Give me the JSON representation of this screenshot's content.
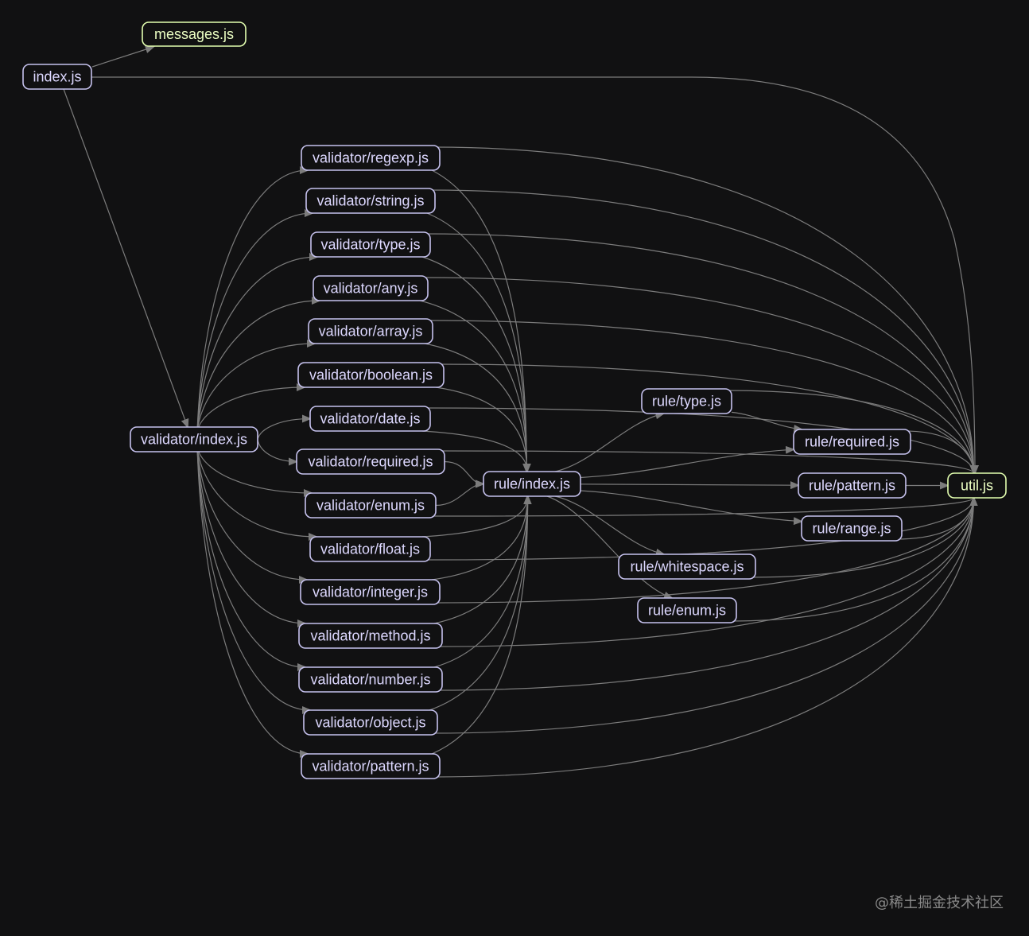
{
  "colors": {
    "background": "#111112",
    "edge": "#7c7c7c",
    "node_stroke_default": "#c6c2ee",
    "node_text_default": "#ddd8ff",
    "node_stroke_leaf": "#e3ffb0",
    "node_text_leaf": "#ecffc4"
  },
  "nodes": [
    {
      "id": "messages",
      "label": "messages.js",
      "style": "leaf"
    },
    {
      "id": "index",
      "label": "index.js",
      "style": "default"
    },
    {
      "id": "v_index",
      "label": "validator/index.js",
      "style": "default"
    },
    {
      "id": "v_regexp",
      "label": "validator/regexp.js",
      "style": "default"
    },
    {
      "id": "v_string",
      "label": "validator/string.js",
      "style": "default"
    },
    {
      "id": "v_type",
      "label": "validator/type.js",
      "style": "default"
    },
    {
      "id": "v_any",
      "label": "validator/any.js",
      "style": "default"
    },
    {
      "id": "v_array",
      "label": "validator/array.js",
      "style": "default"
    },
    {
      "id": "v_boolean",
      "label": "validator/boolean.js",
      "style": "default"
    },
    {
      "id": "v_date",
      "label": "validator/date.js",
      "style": "default"
    },
    {
      "id": "v_required",
      "label": "validator/required.js",
      "style": "default"
    },
    {
      "id": "v_enum",
      "label": "validator/enum.js",
      "style": "default"
    },
    {
      "id": "v_float",
      "label": "validator/float.js",
      "style": "default"
    },
    {
      "id": "v_integer",
      "label": "validator/integer.js",
      "style": "default"
    },
    {
      "id": "v_method",
      "label": "validator/method.js",
      "style": "default"
    },
    {
      "id": "v_number",
      "label": "validator/number.js",
      "style": "default"
    },
    {
      "id": "v_object",
      "label": "validator/object.js",
      "style": "default"
    },
    {
      "id": "v_pattern",
      "label": "validator/pattern.js",
      "style": "default"
    },
    {
      "id": "r_index",
      "label": "rule/index.js",
      "style": "default"
    },
    {
      "id": "r_type",
      "label": "rule/type.js",
      "style": "default"
    },
    {
      "id": "r_required",
      "label": "rule/required.js",
      "style": "default"
    },
    {
      "id": "r_pattern",
      "label": "rule/pattern.js",
      "style": "default"
    },
    {
      "id": "r_range",
      "label": "rule/range.js",
      "style": "default"
    },
    {
      "id": "r_whitespace",
      "label": "rule/whitespace.js",
      "style": "default"
    },
    {
      "id": "r_enum",
      "label": "rule/enum.js",
      "style": "default"
    },
    {
      "id": "util",
      "label": "util.js",
      "style": "leaf"
    }
  ],
  "edges": [
    [
      "index",
      "messages"
    ],
    [
      "index",
      "util"
    ],
    [
      "index",
      "v_index"
    ],
    [
      "v_index",
      "v_regexp"
    ],
    [
      "v_index",
      "v_string"
    ],
    [
      "v_index",
      "v_type"
    ],
    [
      "v_index",
      "v_any"
    ],
    [
      "v_index",
      "v_array"
    ],
    [
      "v_index",
      "v_boolean"
    ],
    [
      "v_index",
      "v_date"
    ],
    [
      "v_index",
      "v_required"
    ],
    [
      "v_index",
      "v_enum"
    ],
    [
      "v_index",
      "v_float"
    ],
    [
      "v_index",
      "v_integer"
    ],
    [
      "v_index",
      "v_method"
    ],
    [
      "v_index",
      "v_number"
    ],
    [
      "v_index",
      "v_object"
    ],
    [
      "v_index",
      "v_pattern"
    ],
    [
      "v_regexp",
      "r_index"
    ],
    [
      "v_string",
      "r_index"
    ],
    [
      "v_type",
      "r_index"
    ],
    [
      "v_any",
      "r_index"
    ],
    [
      "v_array",
      "r_index"
    ],
    [
      "v_boolean",
      "r_index"
    ],
    [
      "v_date",
      "r_index"
    ],
    [
      "v_required",
      "r_index"
    ],
    [
      "v_enum",
      "r_index"
    ],
    [
      "v_float",
      "r_index"
    ],
    [
      "v_integer",
      "r_index"
    ],
    [
      "v_method",
      "r_index"
    ],
    [
      "v_number",
      "r_index"
    ],
    [
      "v_object",
      "r_index"
    ],
    [
      "v_pattern",
      "r_index"
    ],
    [
      "v_regexp",
      "util"
    ],
    [
      "v_string",
      "util"
    ],
    [
      "v_type",
      "util"
    ],
    [
      "v_any",
      "util"
    ],
    [
      "v_array",
      "util"
    ],
    [
      "v_boolean",
      "util"
    ],
    [
      "v_date",
      "util"
    ],
    [
      "v_required",
      "util"
    ],
    [
      "v_enum",
      "util"
    ],
    [
      "v_float",
      "util"
    ],
    [
      "v_integer",
      "util"
    ],
    [
      "v_method",
      "util"
    ],
    [
      "v_number",
      "util"
    ],
    [
      "v_object",
      "util"
    ],
    [
      "v_pattern",
      "util"
    ],
    [
      "r_index",
      "r_type"
    ],
    [
      "r_index",
      "r_required"
    ],
    [
      "r_index",
      "r_pattern"
    ],
    [
      "r_index",
      "r_range"
    ],
    [
      "r_index",
      "r_whitespace"
    ],
    [
      "r_index",
      "r_enum"
    ],
    [
      "r_type",
      "r_required"
    ],
    [
      "r_type",
      "util"
    ],
    [
      "r_required",
      "util"
    ],
    [
      "r_pattern",
      "util"
    ],
    [
      "r_range",
      "util"
    ],
    [
      "r_whitespace",
      "util"
    ],
    [
      "r_enum",
      "util"
    ]
  ],
  "watermark": "@稀土掘金技术社区"
}
